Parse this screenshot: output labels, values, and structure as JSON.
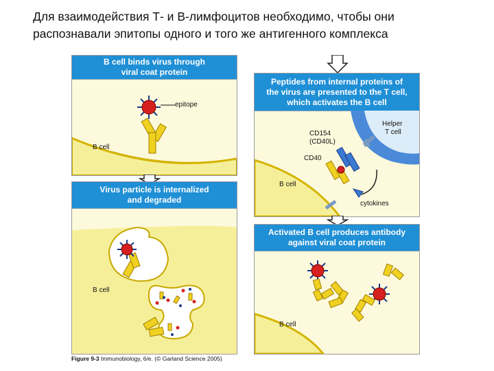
{
  "slide": {
    "title_line1": "Для взаимодействия Т- и В-лимфоцитов необходимо, чтобы они",
    "title_line2": "распознавали эпитопы одного и того же антигенного комплекса"
  },
  "panels": {
    "p1": {
      "header_line1": "B cell binds virus through",
      "header_line2": "viral coat protein",
      "label_epitope": "epitope",
      "label_bcell": "B  cell"
    },
    "p2": {
      "header_line1": "Virus particle is internalized",
      "header_line2": "and degraded",
      "label_bcell": "B  cell"
    },
    "p3": {
      "header_line1": "Peptides from internal proteins of",
      "header_line2": "the virus are presented to the T cell,",
      "header_line3": "which activates the B cell",
      "label_helper1": "Helper",
      "label_helper2": "T  cell",
      "label_cd154_1": "CD154",
      "label_cd154_2": "(CD40L)",
      "label_cd40": "CD40",
      "label_bcell": "B  cell",
      "label_cytokines": "cytokines"
    },
    "p4": {
      "header_line1": "Activated B cell produces antibody",
      "header_line2": "against viral coat protein",
      "label_bcell": "B  cell"
    }
  },
  "caption": {
    "figure": "Figure 9-3",
    "text": " Immunobiology, 6/e. (© Garland Science 2005)"
  },
  "colors": {
    "header_blue": "#1f8fd6",
    "cell_yellow": "#f6ef9a",
    "panel_bg": "#fdf9dc",
    "virus_red": "#d62020",
    "tcell_blue": "#4a8ad8"
  }
}
